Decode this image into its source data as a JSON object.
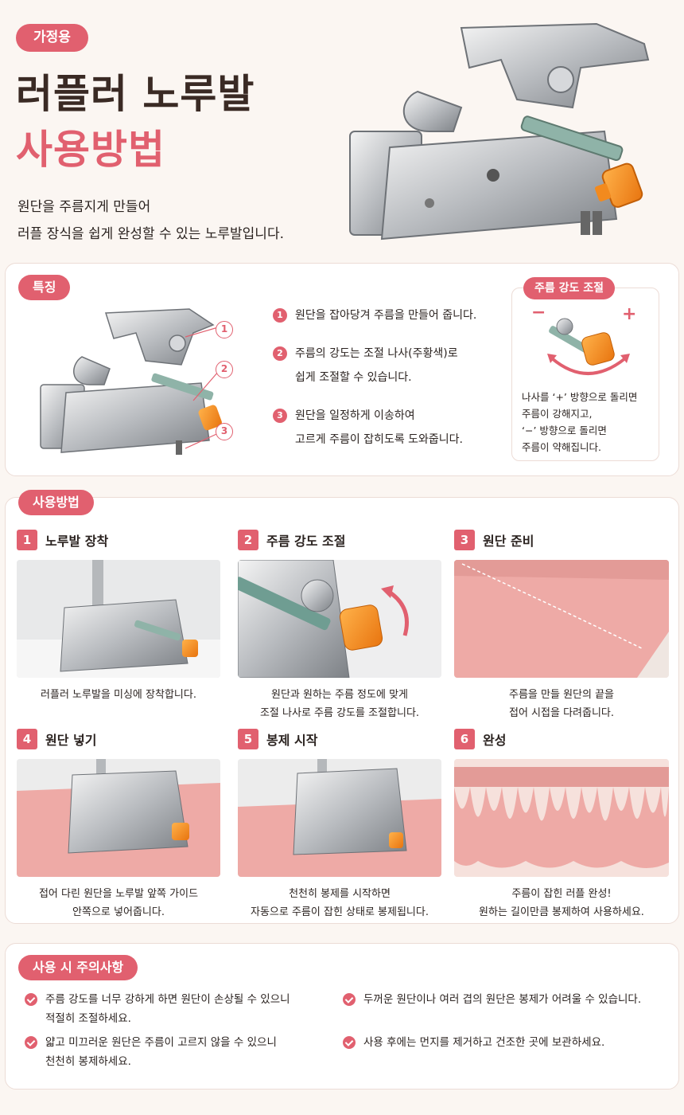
{
  "hero": {
    "tag": "가정용",
    "title_line1": "러플러 노루발",
    "title_line2": "사용방법",
    "desc_line1": "원단을 주름지게 만들어",
    "desc_line2": "러플 장식을 쉽게 완성할 수 있는 노루발입니다."
  },
  "features": {
    "tag": "특징",
    "callouts": [
      "1",
      "2",
      "3"
    ],
    "items": [
      {
        "num": "1",
        "lines": [
          "원단을 잡아당겨 주름을 만들어 줍니다."
        ]
      },
      {
        "num": "2",
        "lines": [
          "주름의 강도는 조절 나사(주황색)로",
          "쉽게 조절할 수 있습니다."
        ]
      },
      {
        "num": "3",
        "lines": [
          "원단을 일정하게 이송하여",
          "고르게 주름이 잡히도록 도와줍니다."
        ]
      }
    ],
    "strength": {
      "tag": "주름 강도 조절",
      "minus": "−",
      "plus": "+",
      "lines": [
        "나사를 ‘+’ 방향으로 돌리면",
        "주름이 강해지고,",
        "‘−’ 방향으로 돌리면",
        "주름이 약해집니다."
      ]
    }
  },
  "usage": {
    "tag": "사용방법",
    "steps": [
      {
        "num": "1",
        "title": "노루발 장착",
        "lines": [
          "러플러 노루발을 미싱에 장착합니다."
        ]
      },
      {
        "num": "2",
        "title": "주름 강도 조절",
        "lines": [
          "원단과 원하는 주름 정도에 맞게",
          "조절 나사로 주름 강도를 조절합니다."
        ]
      },
      {
        "num": "3",
        "title": "원단 준비",
        "lines": [
          "주름을 만들 원단의 끝을",
          "접어 시접을 다려줍니다."
        ]
      },
      {
        "num": "4",
        "title": "원단 넣기",
        "lines": [
          "접어 다린 원단을 노루발 앞쪽 가이드",
          "안쪽으로 넣어줍니다."
        ]
      },
      {
        "num": "5",
        "title": "봉제 시작",
        "lines": [
          "천천히 봉제를 시작하면",
          "자동으로 주름이 잡힌 상태로 봉제됩니다."
        ]
      },
      {
        "num": "6",
        "title": "완성",
        "lines": [
          "주름이 잡힌 러플 완성!",
          "원하는 길이만큼 봉제하여 사용하세요."
        ]
      }
    ]
  },
  "cautions": {
    "tag": "사용 시 주의사항",
    "items": [
      {
        "lines": [
          "주름 강도를 너무 강하게 하면 원단이 손상될 수 있으니",
          "적절히 조절하세요."
        ]
      },
      {
        "lines": [
          "두꺼운 원단이나 여러 겹의 원단은 봉제가 어려울 수 있습니다."
        ]
      },
      {
        "lines": [
          "얇고 미끄러운 원단은 주름이 고르지 않을 수 있으니",
          "천천히 봉제하세요."
        ]
      },
      {
        "lines": [
          "사용 후에는 먼지를 제거하고 건조한 곳에 보관하세요."
        ]
      }
    ]
  },
  "colors": {
    "accent": "#e1606f",
    "dark_text": "#3a2a24",
    "orange_knob": "#f28a1e",
    "fabric_pink": "#eeaaa6"
  }
}
